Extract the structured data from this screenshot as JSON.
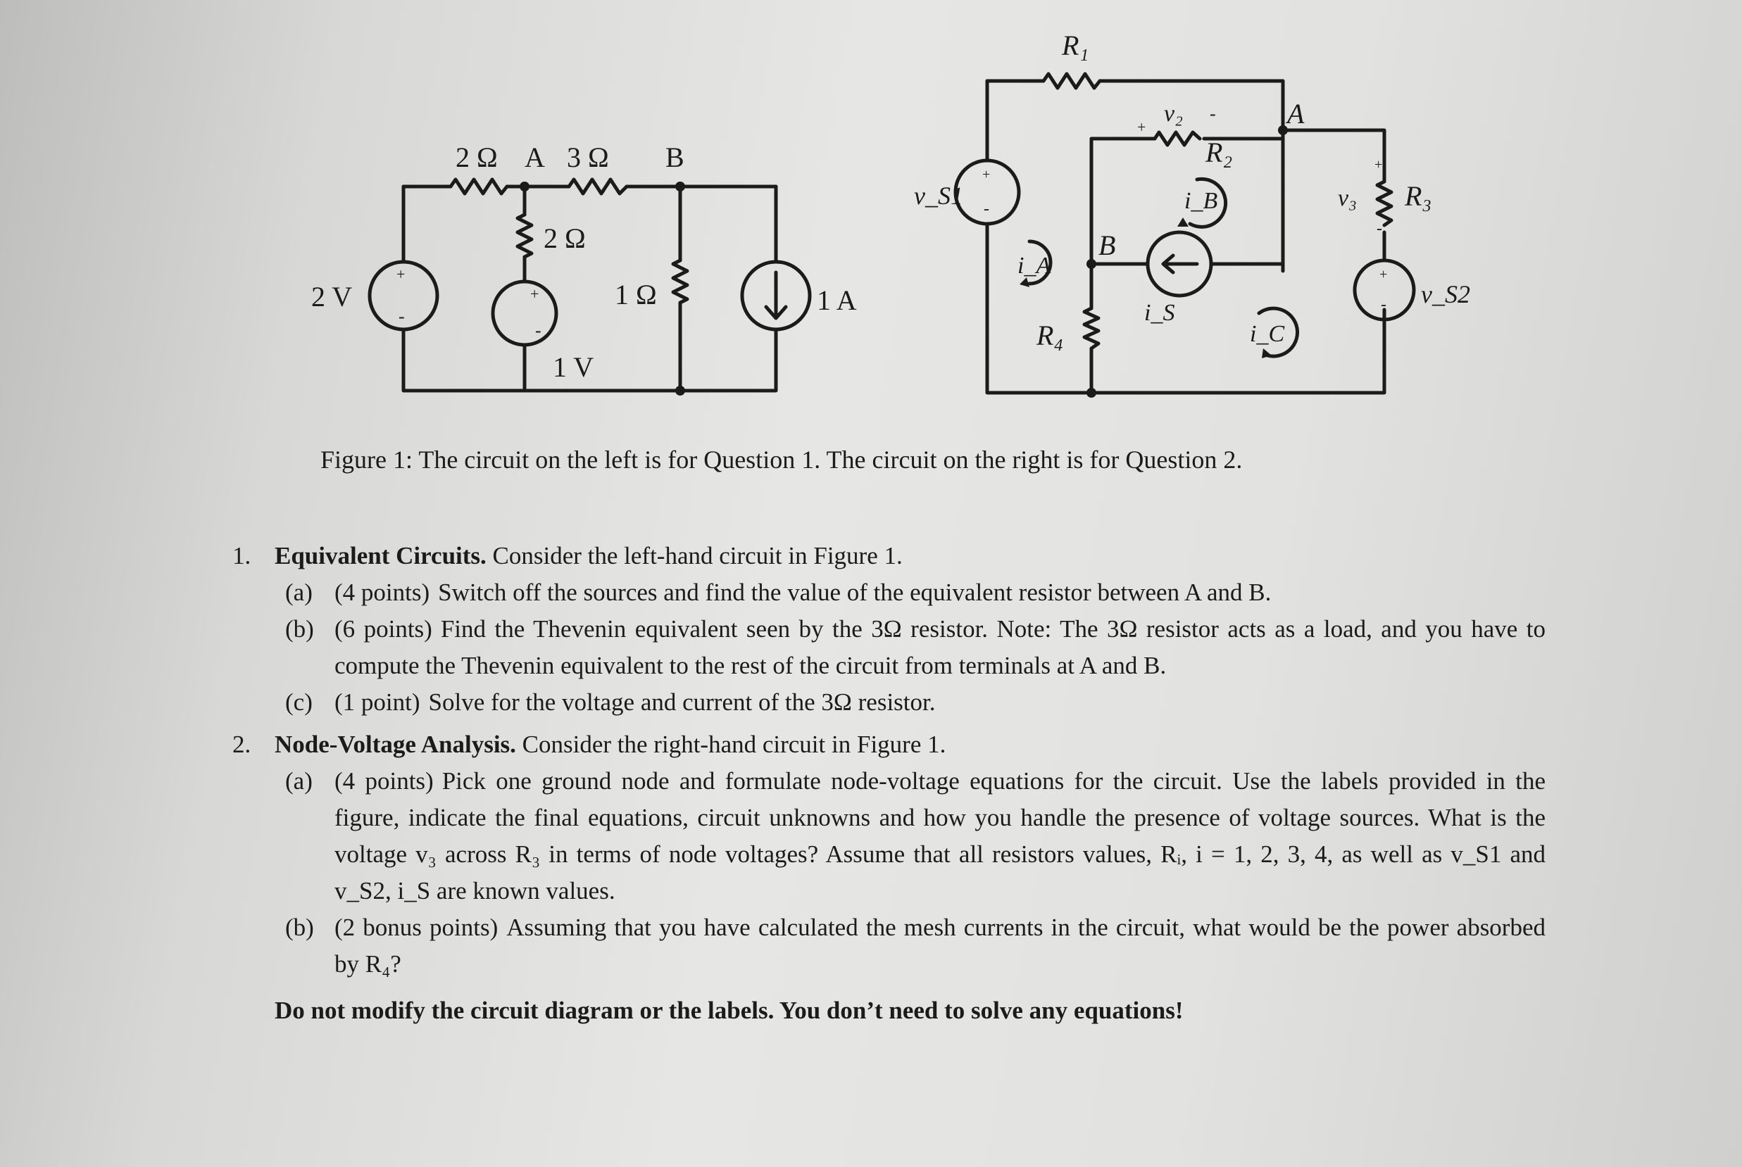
{
  "figure": {
    "left_circuit": {
      "labels": {
        "r_top_left": "2 Ω",
        "node_a": "A",
        "r_top_right": "3 Ω",
        "node_b": "B",
        "r_mid": "2 Ω",
        "source_left": "2 V",
        "r_right": "1 Ω",
        "source_mid": "1 V",
        "current_source": "1 A",
        "plus": "+",
        "minus": "-"
      }
    },
    "right_circuit": {
      "labels": {
        "r1": "R₁",
        "v2": "v₂",
        "r2": "R₂",
        "node_a": "A",
        "vs1": "v_S1",
        "ib": "i_B",
        "v3": "v₃",
        "r3": "R₃",
        "ia": "i_A",
        "node_b": "B",
        "vs2": "v_S2",
        "r4": "R₄",
        "is": "i_S",
        "ic": "i_C",
        "plus": "+",
        "minus": "-"
      }
    },
    "caption": "Figure 1: The circuit on the left is for Question 1. The circuit on the right is for Question 2."
  },
  "questions": [
    {
      "number": "1.",
      "title": "Equivalent Circuits.",
      "intro": "Consider the left-hand circuit in Figure 1.",
      "parts": [
        {
          "label": "(a)",
          "points": "(4 points)",
          "text": "Switch off the sources and find the value of the equivalent resistor between A and B."
        },
        {
          "label": "(b)",
          "points": "(6 points)",
          "text": "Find the Thevenin equivalent seen by the 3Ω resistor. Note: The 3Ω resistor acts as a load, and you have to compute the Thevenin equivalent to the rest of the circuit from terminals at A and B."
        },
        {
          "label": "(c)",
          "points": "(1 point)",
          "text": "Solve for the voltage and current of the 3Ω resistor."
        }
      ]
    },
    {
      "number": "2.",
      "title": "Node-Voltage Analysis.",
      "intro": "Consider the right-hand circuit in Figure 1.",
      "parts": [
        {
          "label": "(a)",
          "points": "(4 points)",
          "text": "Pick one ground node and formulate node-voltage equations for the circuit. Use the labels provided in the figure, indicate the final equations, circuit unknowns and how you handle the presence of voltage sources. What is the voltage v₃ across R₃ in terms of node voltages? Assume that all resistors values, Rᵢ, i = 1, 2, 3, 4, as well as v_S1 and v_S2, i_S are known values."
        },
        {
          "label": "(b)",
          "points": "(2 bonus points)",
          "text": "Assuming that you have calculated the mesh currents in the circuit, what would be the power absorbed by R₄?"
        }
      ]
    }
  ],
  "final_note": "Do not modify the circuit diagram or the labels. You don’t need to solve any equations!"
}
